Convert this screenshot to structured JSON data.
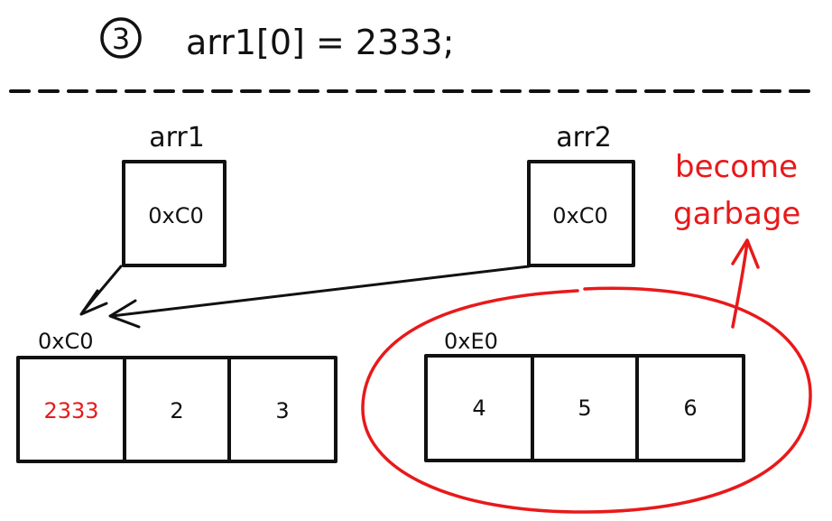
{
  "step": {
    "number": "3",
    "statement": "arr1[0] = 2333;"
  },
  "variables": [
    {
      "name": "arr1",
      "value": "0xC0"
    },
    {
      "name": "arr2",
      "value": "0xC0"
    }
  ],
  "arrays": [
    {
      "address": "0xC0",
      "cells": [
        "2333",
        "2",
        "3"
      ],
      "modified_index": 0
    },
    {
      "address": "0xE0",
      "cells": [
        "4",
        "5",
        "6"
      ]
    }
  ],
  "annotation": {
    "line1": "become",
    "line2": "garbage"
  },
  "colors": {
    "ink": "#111111",
    "highlight": "#e8191a"
  }
}
